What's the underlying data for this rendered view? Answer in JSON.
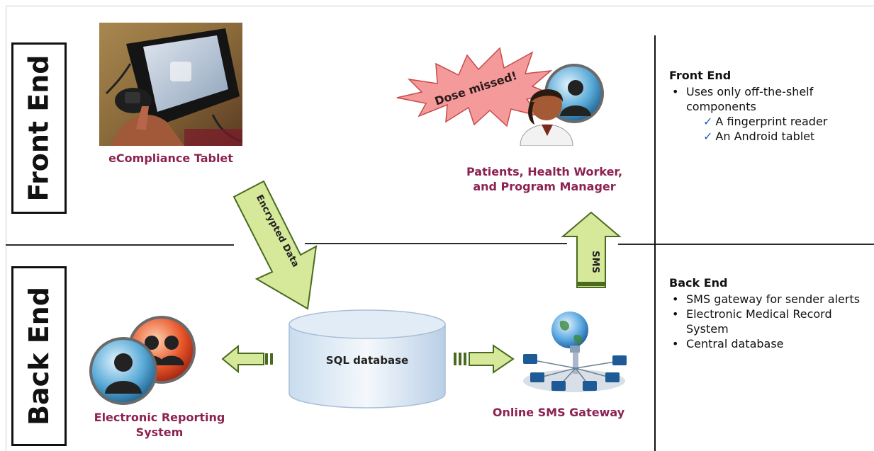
{
  "front_end_label": "Front End",
  "back_end_label": "Back End",
  "nodes": {
    "tablet": "eCompliance Tablet",
    "patients_line1": "Patients, Health Worker,",
    "patients_line2": "and Program Manager",
    "database": "SQL database",
    "reporting_line1": "Electronic Reporting",
    "reporting_line2": "System",
    "sms_gateway": "Online SMS Gateway"
  },
  "arrows": {
    "encrypted": "Encrypted Data",
    "sms": "SMS"
  },
  "alert_burst": "Dose missed!",
  "front_panel": {
    "title": "Front End",
    "bullet": "Uses only off-the-shelf components",
    "checks": [
      "A fingerprint reader",
      "An Android tablet"
    ]
  },
  "back_panel": {
    "title": "Back End",
    "bullets": [
      "SMS gateway for sender alerts",
      "Electronic Medical Record System",
      "Central database"
    ]
  },
  "colors": {
    "caption": "#8b2252",
    "arrow_fill": "#d6e89a",
    "arrow_stroke": "#4a6a20",
    "check": "#1f5fbf",
    "burst": "#f59a9a"
  },
  "icons": [
    "tablet-photo-icon",
    "user-avatar-icon",
    "group-avatar-icon",
    "database-cylinder-icon",
    "network-globe-icon",
    "burst-icon"
  ]
}
